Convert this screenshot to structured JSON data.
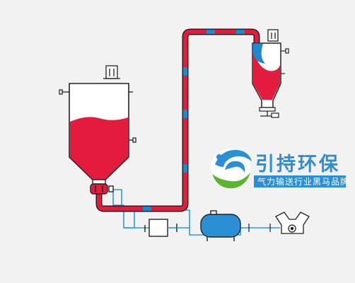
{
  "brand": {
    "title": "引持环保",
    "slogan": "气力输送行业黑马品牌"
  },
  "colors": {
    "background": "#f2f2f2",
    "material": "#e31b3c",
    "vessel": "#ffffff",
    "outline": "#222222",
    "pipe_marker": "#1e88d0",
    "air_line": "#2a9be0",
    "receiver_tank": "#2a8fd4",
    "brand_blue": "#2a8fd4",
    "brand_green": "#5cb531",
    "slogan_bg": "#2a8fd4",
    "slogan_text": "#ffffff"
  },
  "components": {
    "feed_silo": {
      "icon": "silo-icon",
      "fill_level": 0.45
    },
    "cyclone_receiver": {
      "icon": "cyclone-icon",
      "fill_level": 0.6
    },
    "filter_unit": {
      "icon": "filter-box-icon"
    },
    "air_tank": {
      "icon": "air-tank-icon"
    },
    "compressor": {
      "icon": "compressor-icon"
    },
    "rotary_valve": {
      "icon": "rotary-valve-icon"
    }
  }
}
